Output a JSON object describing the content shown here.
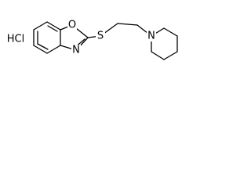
{
  "molecule": {
    "atoms": {
      "oxygen": "O",
      "nitrogen_oxazole": "N",
      "sulfur": "S",
      "nitrogen_piperidine": "N",
      "salt": "HCl"
    }
  }
}
